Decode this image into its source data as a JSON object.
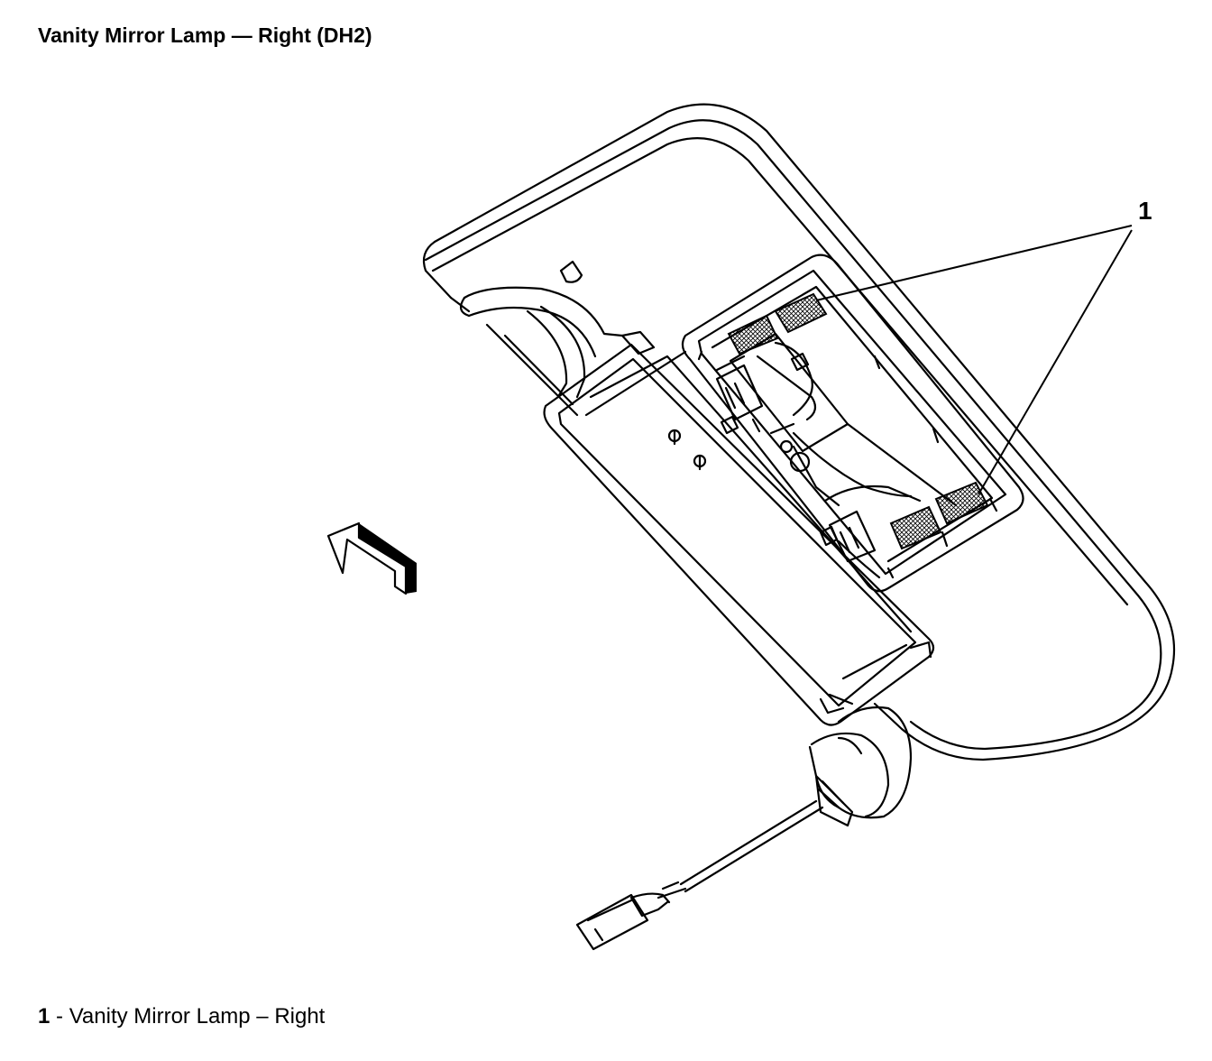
{
  "title": "Vanity Mirror Lamp — Right (DH2)",
  "callouts": [
    {
      "number": "1"
    }
  ],
  "legend": [
    {
      "number": "1",
      "separator": " - ",
      "text": "Vanity Mirror Lamp – Right"
    }
  ]
}
